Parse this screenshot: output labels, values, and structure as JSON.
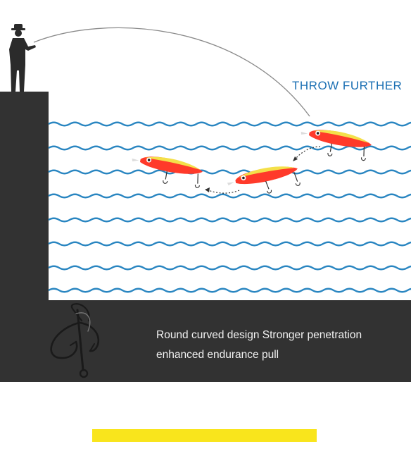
{
  "headline": "THROW FURTHER",
  "caption": {
    "line1": "Round curved design Stronger penetration",
    "line2": "enhanced endurance pull"
  },
  "colors": {
    "dark_panel": "#323232",
    "water_wave": "#2a86c1",
    "headline_text": "#1a6fb3",
    "lure_body": "#ff3a2a",
    "lure_back": "#f4e04a",
    "yellow_bar": "#f9e51c"
  },
  "icons": {
    "fisherman": "fisherman-silhouette-icon",
    "fishing_rod": "fishing-rod-icon",
    "lure": "fishing-lure-icon",
    "treble_hook": "treble-hook-icon",
    "motion_arrow": "dotted-arrow-icon"
  }
}
